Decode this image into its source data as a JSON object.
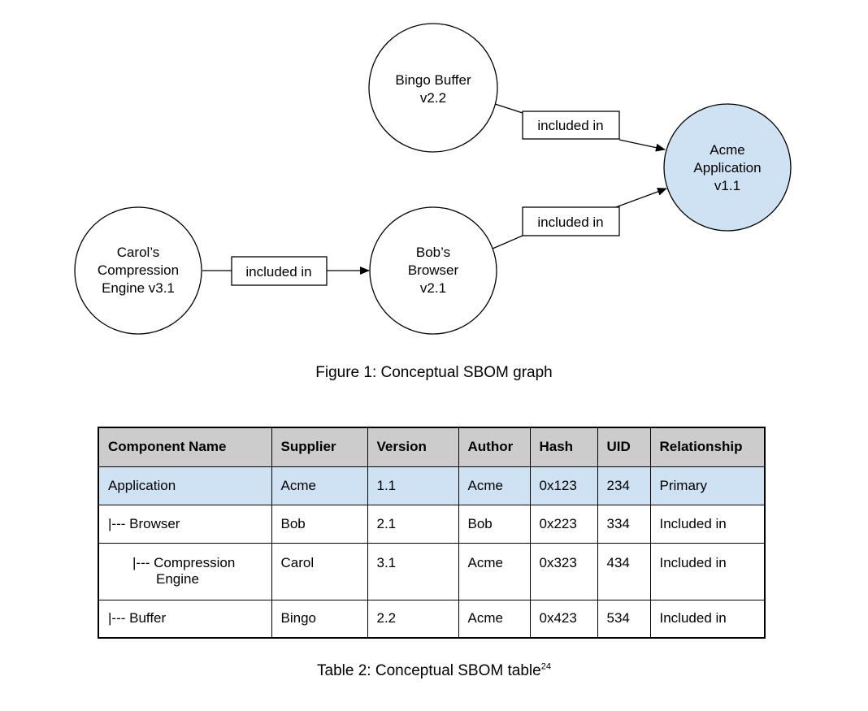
{
  "figure": {
    "caption": "Figure 1: Conceptual SBOM graph",
    "colors": {
      "primary_node_fill": "#cfe2f3",
      "node_fill": "#ffffff",
      "stroke": "#000000"
    },
    "nodes": [
      {
        "id": "bingo",
        "lines": [
          "Bingo Buffer",
          "v2.2"
        ]
      },
      {
        "id": "acme",
        "lines": [
          "Acme",
          "Application",
          "v1.1"
        ],
        "highlight": true
      },
      {
        "id": "carol",
        "lines": [
          "Carol’s",
          "Compression",
          "Engine v3.1"
        ]
      },
      {
        "id": "bob",
        "lines": [
          "Bob’s",
          "Browser",
          "v2.1"
        ]
      }
    ],
    "edges": [
      {
        "from": "bingo",
        "to": "acme",
        "label": "included in"
      },
      {
        "from": "bob",
        "to": "acme",
        "label": "included in"
      },
      {
        "from": "carol",
        "to": "bob",
        "label": "included in"
      }
    ]
  },
  "table": {
    "caption": "Table 2: Conceptual SBOM table",
    "footnote": "24",
    "headers": [
      "Component Name",
      "Supplier",
      "Version",
      "Author",
      "Hash",
      "UID",
      "Relationship"
    ],
    "rows": [
      {
        "name": "Application",
        "supplier": "Acme",
        "version": "1.1",
        "author": "Acme",
        "hash": "0x123",
        "uid": "234",
        "relationship": "Primary"
      },
      {
        "name": "|--- Browser",
        "supplier": "Bob",
        "version": "2.1",
        "author": "Bob",
        "hash": "0x223",
        "uid": "334",
        "relationship": "Included in"
      },
      {
        "name_line1": "|--- Compression",
        "name_line2": "Engine",
        "supplier": "Carol",
        "version": "3.1",
        "author": "Acme",
        "hash": "0x323",
        "uid": "434",
        "relationship": "Included in"
      },
      {
        "name": "|--- Buffer",
        "supplier": "Bingo",
        "version": "2.2",
        "author": "Acme",
        "hash": "0x423",
        "uid": "534",
        "relationship": "Included in"
      }
    ]
  }
}
